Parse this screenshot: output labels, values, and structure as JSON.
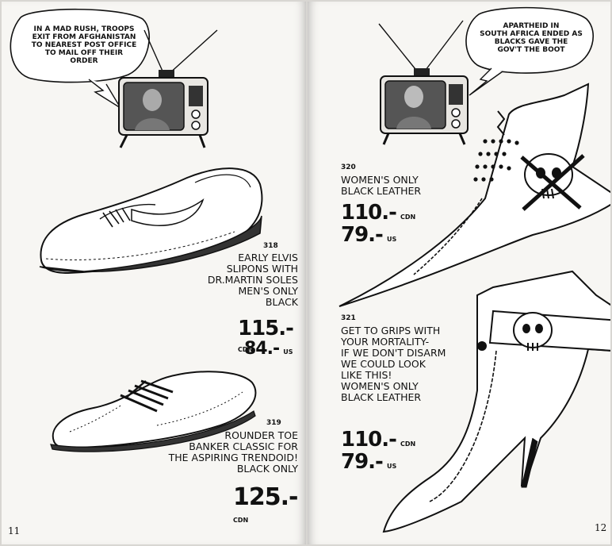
{
  "left_page": {
    "speech_bubble": [
      "IN A MAD RUSH, TROOPS",
      "EXIT FROM AFGHANISTAN",
      "TO NEAREST POST OFFICE",
      "TO MAIL OFF THEIR",
      "ORDER"
    ],
    "items": [
      {
        "number": "318",
        "description": [
          "EARLY ELVIS",
          "SLIPONS WITH",
          "DR.MARTIN SOLES",
          "MEN'S ONLY",
          "BLACK"
        ],
        "prices": [
          {
            "value": "115.-",
            "unit": "CDN"
          },
          {
            "value": "84.-",
            "unit": "US"
          }
        ]
      },
      {
        "number": "319",
        "description": [
          "ROUNDER TOE",
          "BANKER CLASSIC FOR",
          "THE ASPIRING TRENDOID!",
          "BLACK ONLY"
        ],
        "prices": [
          {
            "value": "125.-",
            "unit": "CDN"
          }
        ]
      }
    ],
    "page_number": "11"
  },
  "right_page": {
    "speech_bubble": [
      "APARTHEID IN",
      "SOUTH AFRICA ENDED AS",
      "BLACKS GAVE THE",
      "GOV'T THE BOOT"
    ],
    "items": [
      {
        "number": "320",
        "description": [
          "WOMEN'S ONLY",
          "BLACK LEATHER"
        ],
        "prices": [
          {
            "value": "110.-",
            "unit": "CDN"
          },
          {
            "value": "79.-",
            "unit": "US"
          }
        ]
      },
      {
        "number": "321",
        "description": [
          "GET TO GRIPS WITH",
          "YOUR MORTALITY-",
          "IF WE DON'T DISARM",
          "WE COULD LOOK",
          "LIKE THIS!",
          "WOMEN'S ONLY",
          "BLACK LEATHER"
        ],
        "prices": [
          {
            "value": "110.-",
            "unit": "CDN"
          },
          {
            "value": "79.-",
            "unit": "US"
          }
        ]
      }
    ],
    "page_number": "12"
  },
  "icons": [
    "television-icon",
    "loafer-shoe-illustration",
    "oxford-shoe-illustration",
    "pointed-skull-boot-illustration",
    "skull-stiletto-boot-illustration"
  ]
}
